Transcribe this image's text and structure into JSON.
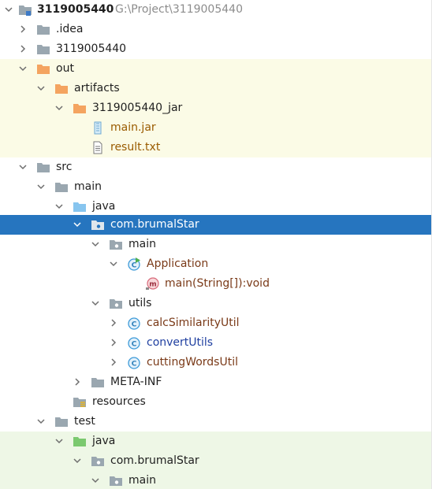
{
  "tree": {
    "root": {
      "label": "3119005440",
      "path": "G:\\Project\\3119005440"
    },
    "idea": {
      "label": ".idea"
    },
    "module": {
      "label": "3119005440"
    },
    "out": {
      "label": "out"
    },
    "artifacts": {
      "label": "artifacts"
    },
    "jar_folder": {
      "label": "3119005440_jar"
    },
    "main_jar": {
      "label": "main.jar"
    },
    "result_txt": {
      "label": "result.txt"
    },
    "src": {
      "label": "src"
    },
    "src_main": {
      "label": "main"
    },
    "java": {
      "label": "java"
    },
    "package": {
      "label": "com.brumalStar"
    },
    "pkg_main": {
      "label": "main"
    },
    "application": {
      "label": "Application"
    },
    "main_method": {
      "label": "main(String[]):void"
    },
    "utils": {
      "label": "utils"
    },
    "calc": {
      "label": "calcSimilarityUtil"
    },
    "convert": {
      "label": "convertUtils"
    },
    "cutting": {
      "label": "cuttingWordsUtil"
    },
    "meta_inf": {
      "label": "META-INF"
    },
    "resources": {
      "label": "resources"
    },
    "test": {
      "label": "test"
    },
    "test_java": {
      "label": "java"
    },
    "test_package": {
      "label": "com.brumalStar"
    },
    "test_main": {
      "label": "main"
    }
  },
  "colors": {
    "selection": "#2675bf",
    "out_highlight": "#fbfbe6",
    "test_highlight": "#eef7e6",
    "folder_gray": "#9aa7b0",
    "folder_orange": "#f4a460",
    "folder_blue": "#87c5ef",
    "folder_green": "#7bc96f",
    "class_icon": "#3d9ad8"
  }
}
